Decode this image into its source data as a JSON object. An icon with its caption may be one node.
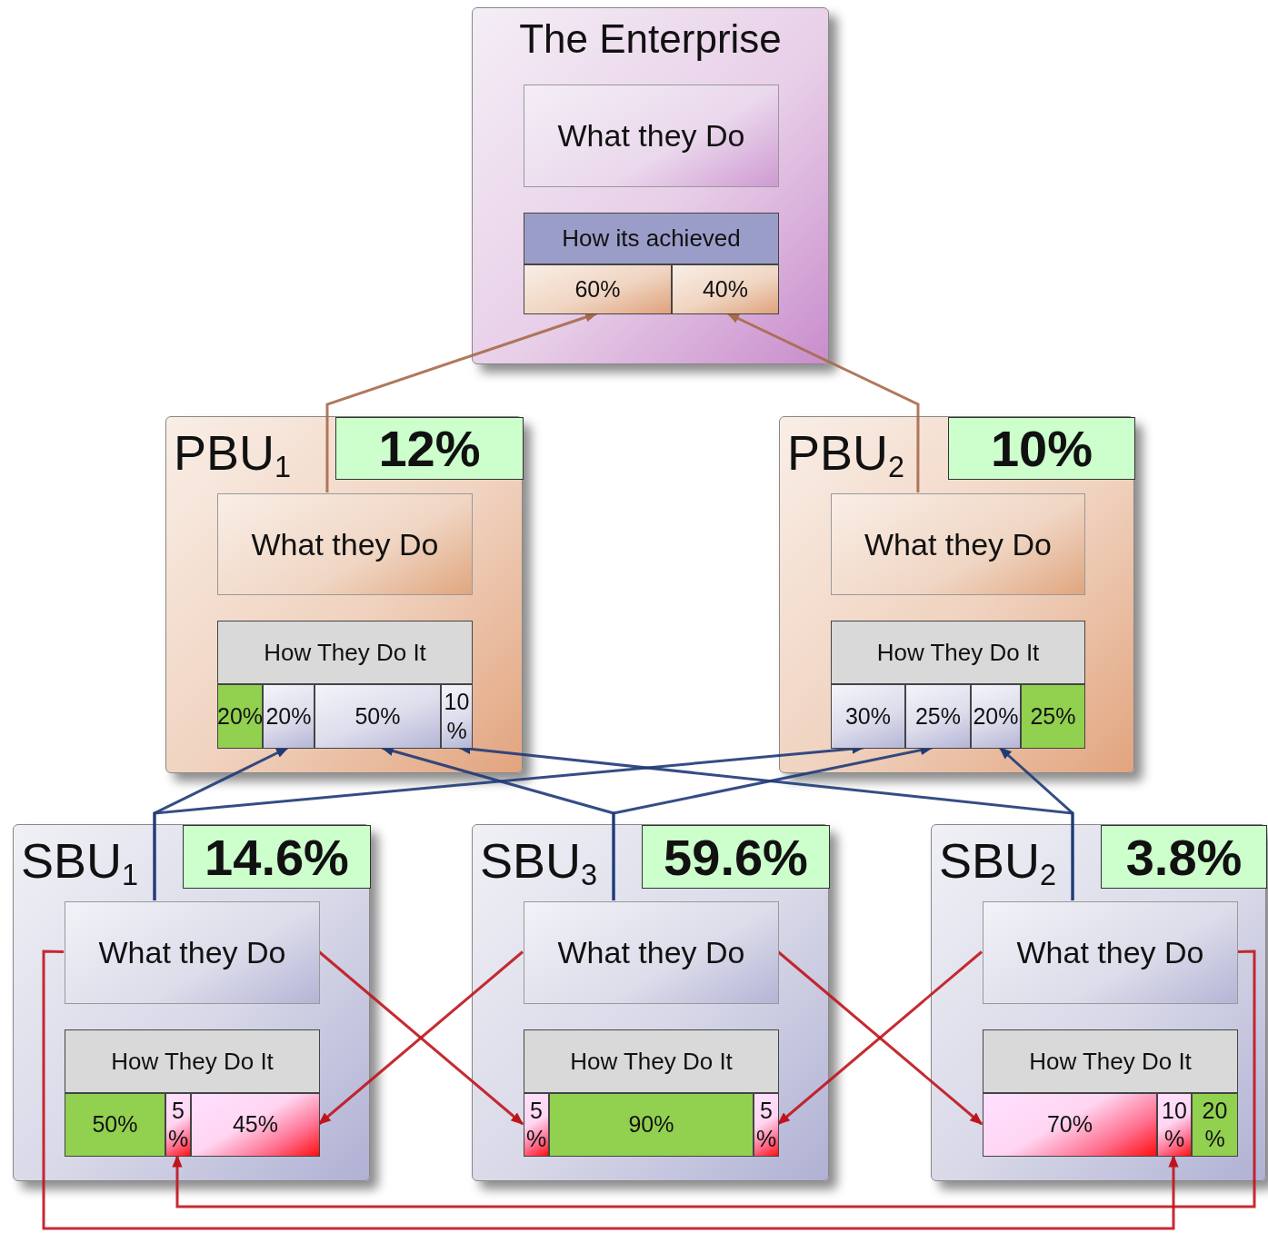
{
  "diagram": {
    "nodes": [
      {
        "text": [
          "The Enterprise"
        ]
      },
      {
        "text": [
          "What they Do"
        ],
        "in": 0
      },
      {
        "text": [
          "How its achieved"
        ],
        "in": 0
      },
      {
        "text": [
          "60%"
        ],
        "in": 0
      },
      {
        "text": [
          "40%"
        ],
        "in": 0
      },
      {
        "text": [
          "PBU$_{1}$"
        ]
      },
      {
        "text": [
          "12%"
        ],
        "in": 5
      },
      {
        "text": [
          "What they Do"
        ],
        "in": 5
      },
      {
        "text": [
          "How They Do It"
        ],
        "in": 5
      },
      {
        "text": [
          "20%"
        ],
        "in": 5
      },
      {
        "text": [
          "20%"
        ],
        "in": 5
      },
      {
        "text": [
          "50%"
        ],
        "in": 5
      },
      {
        "text": [
          "10 %"
        ],
        "in": 5
      },
      {
        "text": [
          "PBU$_{2}$"
        ]
      },
      {
        "text": [
          "10%"
        ],
        "in": 13
      },
      {
        "text": [
          "What they Do"
        ],
        "in": 13
      },
      {
        "text": [
          "How They Do It"
        ],
        "in": 13
      },
      {
        "text": [
          "30%"
        ],
        "in": 13
      },
      {
        "text": [
          "25%"
        ],
        "in": 13
      },
      {
        "text": [
          "20%"
        ],
        "in": 13
      },
      {
        "text": [
          "25%"
        ],
        "in": 13
      },
      {
        "text": [
          "SBU$_{1}$"
        ]
      },
      {
        "text": [
          "14.6%"
        ],
        "in": 21
      },
      {
        "text": [
          "What they Do"
        ],
        "in": 21
      },
      {
        "text": [
          "How They Do It"
        ],
        "in": 21
      },
      {
        "text": [
          "50%"
        ],
        "in": 21
      },
      {
        "text": [
          "5 %"
        ],
        "in": 21
      },
      {
        "text": [
          "45%"
        ],
        "in": 21
      },
      {
        "text": [
          "SBU$_{3}$"
        ]
      },
      {
        "text": [
          "59.6%"
        ],
        "in": 28
      },
      {
        "text": [
          "What they Do"
        ],
        "in": 28
      },
      {
        "text": [
          "How They Do It"
        ],
        "in": 28
      },
      {
        "text": [
          "5 %"
        ],
        "in": 28
      },
      {
        "text": [
          "90%"
        ],
        "in": 28
      },
      {
        "text": [
          "5 %"
        ],
        "in": 28
      },
      {
        "text": [
          "SBU$_{2}$"
        ]
      },
      {
        "text": [
          "3.8%"
        ],
        "in": 35
      },
      {
        "text": [
          "What they Do"
        ],
        "in": 35
      },
      {
        "text": [
          "How They Do It"
        ],
        "in": 35
      },
      {
        "text": [
          "70%"
        ],
        "in": 35
      },
      {
        "text": [
          "10 %"
        ],
        "in": 35
      },
      {
        "text": [
          "20 %"
        ],
        "in": 35
      }
    ],
    "edges": [
      {
        "from": 7,
        "to": 3,
        "arrow": "to",
        "color": "#a8694a"
      },
      {
        "from": 15,
        "to": 4,
        "arrow": "to",
        "color": "#a8694a"
      },
      {
        "from": 23,
        "to": 10,
        "arrow": "to",
        "color": "#1f3a78"
      },
      {
        "from": 23,
        "to": 17,
        "arrow": "to",
        "color": "#1f3a78"
      },
      {
        "from": 30,
        "to": 11,
        "arrow": "to",
        "color": "#1f3a78"
      },
      {
        "from": 30,
        "to": 18,
        "arrow": "to",
        "color": "#1f3a78"
      },
      {
        "from": 37,
        "to": 12,
        "arrow": "to",
        "color": "#1f3a78"
      },
      {
        "from": 37,
        "to": 19,
        "arrow": "to",
        "color": "#1f3a78"
      },
      {
        "from": 23,
        "to": 32,
        "arrow": "to",
        "color": "#c0141c"
      },
      {
        "from": 30,
        "to": 27,
        "arrow": "to",
        "color": "#c0141c"
      },
      {
        "from": 30,
        "to": 39,
        "arrow": "to",
        "color": "#c0141c"
      },
      {
        "from": 37,
        "to": 34,
        "arrow": "to",
        "color": "#c0141c"
      },
      {
        "from": 23,
        "to": 40,
        "arrow": "to",
        "color": "#c0141c"
      },
      {
        "from": 37,
        "to": 26,
        "arrow": "to",
        "color": "#c0141c"
      }
    ]
  }
}
